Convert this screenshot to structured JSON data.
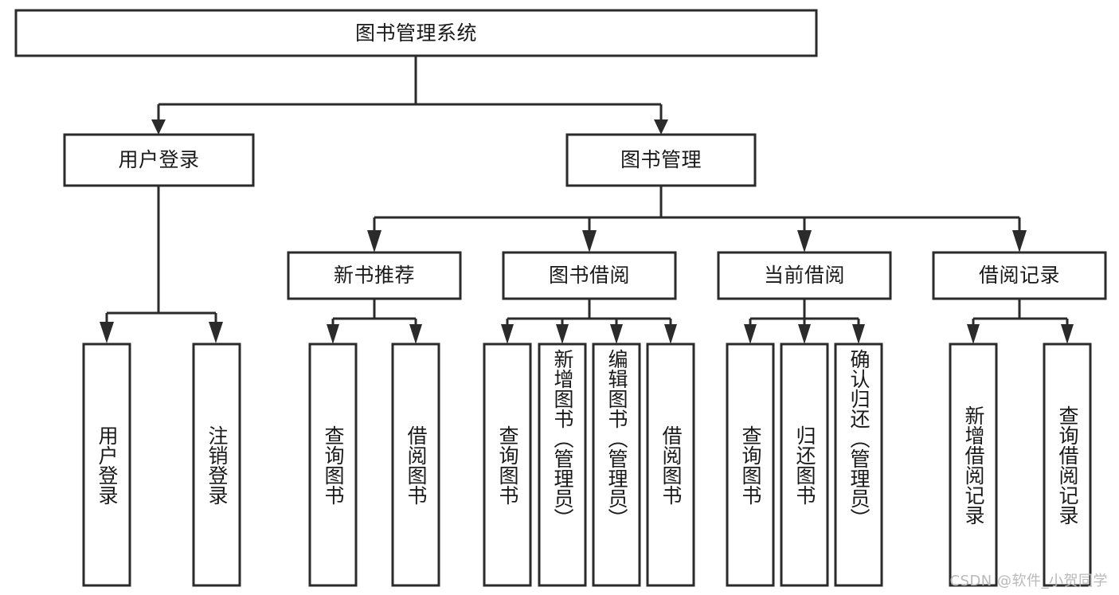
{
  "diagram": {
    "title": "图书管理系统",
    "watermark": "CSDN @软件_小贺同学",
    "colors": {
      "stroke": "#2b2b2b",
      "fill": "#ffffff",
      "text": "#1a1a1a",
      "watermark": "#b9b9b9"
    },
    "levels": {
      "root_label": "图书管理系统",
      "level2": [
        {
          "label": "用户登录"
        },
        {
          "label": "图书管理"
        }
      ],
      "level3": [
        {
          "label": "新书推荐"
        },
        {
          "label": "图书借阅"
        },
        {
          "label": "当前借阅"
        },
        {
          "label": "借阅记录"
        }
      ]
    },
    "leaves": {
      "user_login": [
        {
          "label": "用户登录"
        },
        {
          "label": "注销登录"
        }
      ],
      "new_book_recommend": [
        {
          "label": "查询图书"
        },
        {
          "label": "借阅图书"
        }
      ],
      "book_borrow": [
        {
          "label": "查询图书"
        },
        {
          "label": "新增图书（管理员）"
        },
        {
          "label": "编辑图书（管理员）"
        },
        {
          "label": "借阅图书"
        }
      ],
      "current_borrow": [
        {
          "label": "查询图书"
        },
        {
          "label": "归还图书"
        },
        {
          "label": "确认归还（管理员）"
        }
      ],
      "borrow_record": [
        {
          "label": "新增借阅记录"
        },
        {
          "label": "查询借阅记录"
        }
      ]
    }
  }
}
